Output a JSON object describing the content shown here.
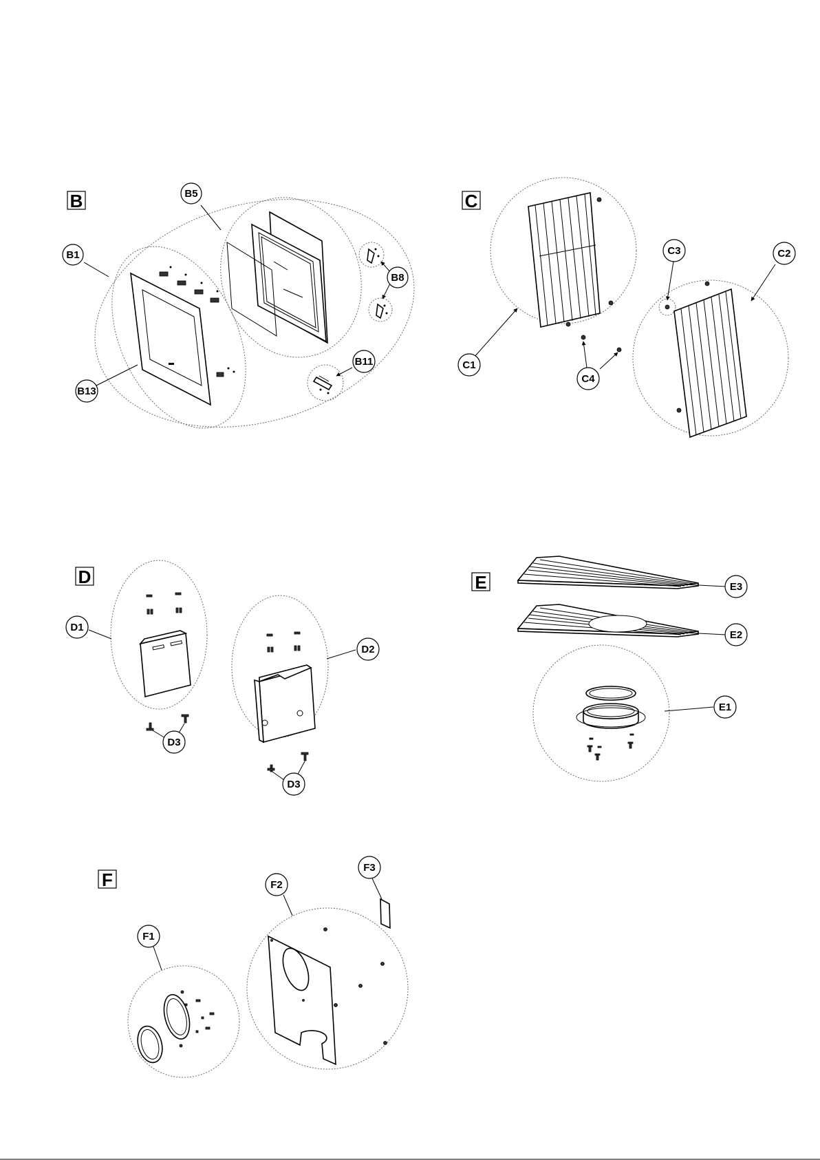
{
  "sections": [
    {
      "id": "B",
      "label": "B"
    },
    {
      "id": "C",
      "label": "C"
    },
    {
      "id": "D",
      "label": "D"
    },
    {
      "id": "E",
      "label": "E"
    },
    {
      "id": "F",
      "label": "F"
    }
  ],
  "callouts": {
    "B1": "B1",
    "B5": "B5",
    "B8": "B8",
    "B11": "B11",
    "B13": "B13",
    "C1": "C1",
    "C2": "C2",
    "C3": "C3",
    "C4": "C4",
    "D1": "D1",
    "D2": "D2",
    "D3a": "D3",
    "D3b": "D3",
    "E1": "E1",
    "E2": "E2",
    "E3": "E3",
    "F1": "F1",
    "F2": "F2",
    "F3": "F3"
  }
}
